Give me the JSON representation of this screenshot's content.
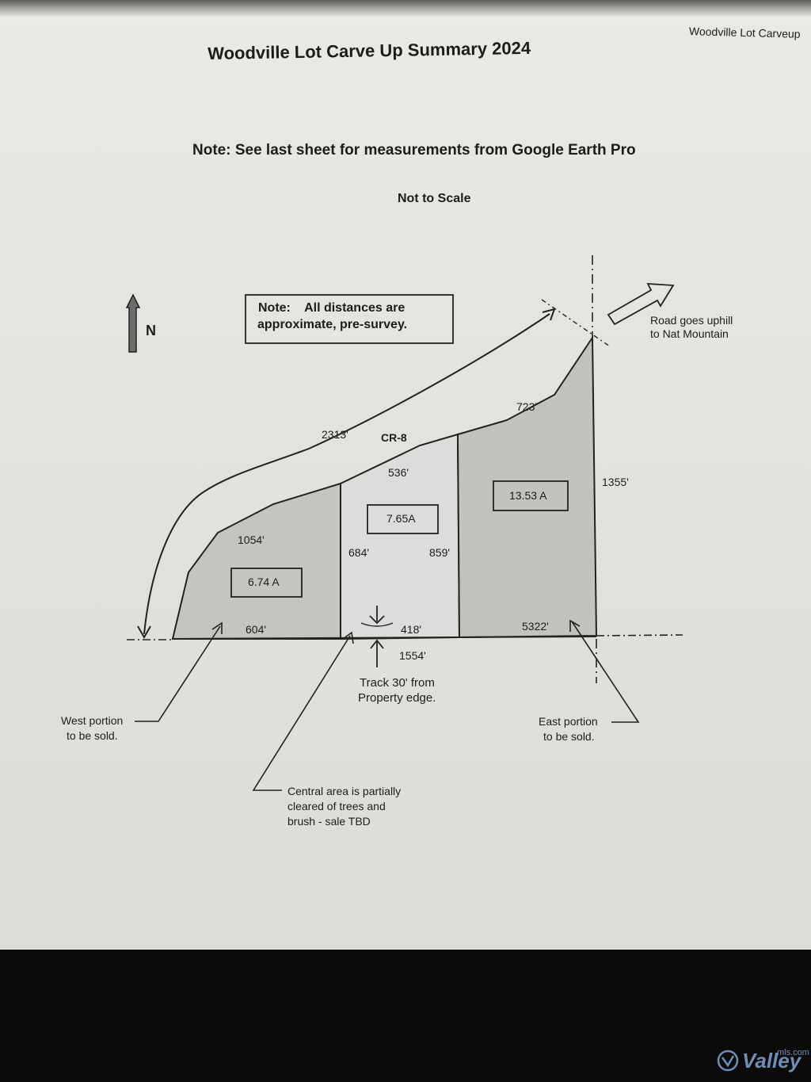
{
  "header": {
    "corner_label": "Woodville Lot Carveup",
    "title": "Woodville Lot Carve Up Summary 2024",
    "note": "Note: See last sheet for measurements from Google Earth Pro",
    "scale_note": "Not to Scale"
  },
  "note_box": {
    "line1": "Note:    All distances are",
    "line2": "approximate, pre-survey."
  },
  "compass": {
    "label": "N"
  },
  "road": {
    "name": "CR-8",
    "direction_line1": "Road goes uphill",
    "direction_line2": "to Nat Mountain"
  },
  "lots": {
    "west": {
      "acres": "6.74 A"
    },
    "central": {
      "acres": "7.65A"
    },
    "east": {
      "acres": "13.53 A"
    }
  },
  "dimensions": {
    "road_total": "2313'",
    "west_top": "1054'",
    "central_top": "536'",
    "east_top": "723'",
    "east_side": "1355'",
    "west_central_line": "684'",
    "central_east_line": "859'",
    "west_bottom": "604'",
    "central_bottom": "418'",
    "central_bottom_total": "1554'",
    "bottom_total": "5322'"
  },
  "annotations": {
    "track_line1": "Track 30' from",
    "track_line2": "Property edge.",
    "west_line1": "West portion",
    "west_line2": "to be sold.",
    "east_line1": "East portion",
    "east_line2": "to be sold.",
    "central_line1": "Central area is partially",
    "central_line2": "cleared of trees and",
    "central_line3": "brush - sale TBD"
  },
  "watermark": {
    "name": "Valley",
    "domain": "mls.com"
  },
  "colors": {
    "paper": "#e3e3de",
    "lot_west": "#c4c4c1",
    "lot_central": "#dcdcda",
    "lot_east": "#c2c2bf",
    "line": "#222222",
    "watermark": "#6f8fb6",
    "background": "#0c0b0a"
  }
}
